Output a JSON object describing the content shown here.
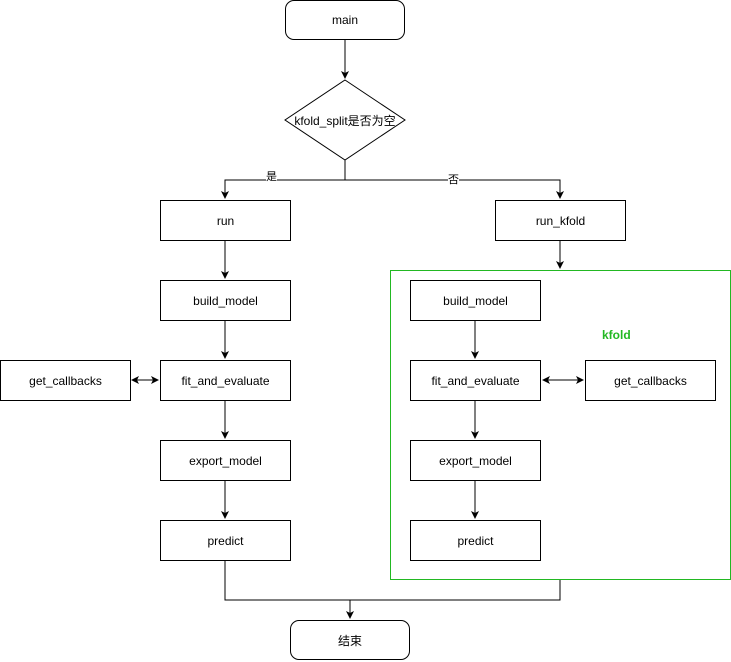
{
  "nodes": {
    "main": "main",
    "decision": "kfold_split是否为空",
    "run": "run",
    "run_kfold": "run_kfold",
    "build_model_left": "build_model",
    "fit_and_evaluate_left": "fit_and_evaluate",
    "get_callbacks_left": "get_callbacks",
    "export_model_left": "export_model",
    "predict_left": "predict",
    "build_model_right": "build_model",
    "fit_and_evaluate_right": "fit_and_evaluate",
    "get_callbacks_right": "get_callbacks",
    "export_model_right": "export_model",
    "predict_right": "predict",
    "end": "结束"
  },
  "edge_labels": {
    "yes": "是",
    "no": "否"
  },
  "group": {
    "label": "kfold",
    "color": "#22b822"
  }
}
